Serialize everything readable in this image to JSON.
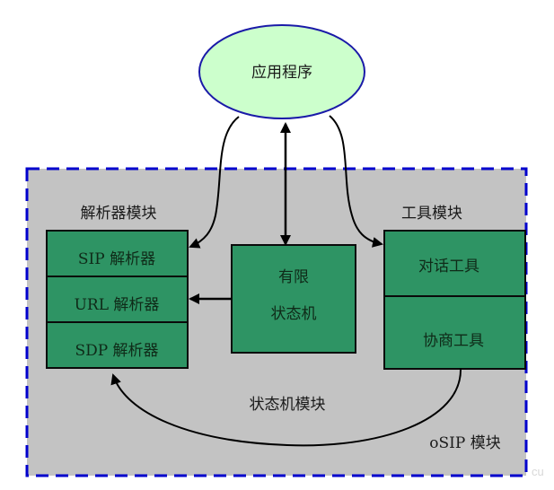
{
  "colors": {
    "container_fill": "#c3c3c3",
    "container_border": "#0000cc",
    "module_fill": "#2e9464",
    "ellipse_fill": "#ccffcc",
    "ellipse_border": "#1a1aa8",
    "arrow": "#000000"
  },
  "app": {
    "label": "应用程序"
  },
  "osip": {
    "label": "oSIP 模块"
  },
  "parser": {
    "title": "解析器模块",
    "rows": [
      "SIP 解析器",
      "URL 解析器",
      "SDP 解析器"
    ]
  },
  "fsm": {
    "line1": "有限",
    "line2": "状态机"
  },
  "tools": {
    "title": "工具模块",
    "rows": [
      "对话工具",
      "协商工具"
    ]
  },
  "fsm_module_label": "状态机模块",
  "watermark": "cu"
}
